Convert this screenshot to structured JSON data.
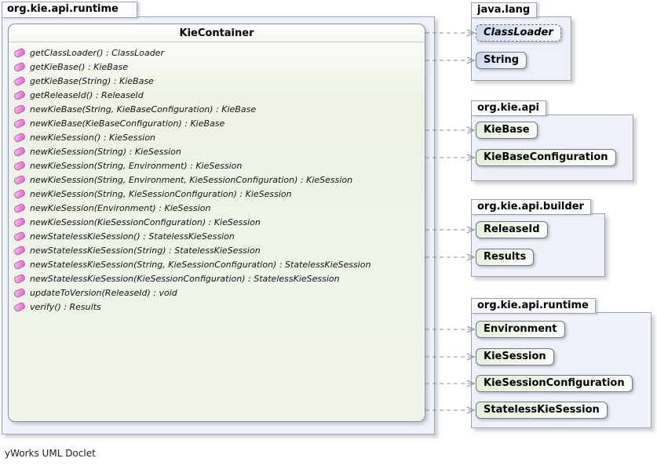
{
  "diagram": {
    "tool": "yWorks UML Doclet"
  },
  "main_package": {
    "name": "org.kie.api.runtime",
    "class": {
      "name": "KieContainer",
      "methods": [
        "getClassLoader() : ClassLoader",
        "getKieBase() : KieBase",
        "getKieBase(String) : KieBase",
        "getReleaseId() : ReleaseId",
        "newKieBase(String, KieBaseConfiguration) : KieBase",
        "newKieBase(KieBaseConfiguration) : KieBase",
        "newKieSession() : KieSession",
        "newKieSession(String) : KieSession",
        "newKieSession(String, Environment) : KieSession",
        "newKieSession(String, Environment, KieSessionConfiguration) : KieSession",
        "newKieSession(String, KieSessionConfiguration) : KieSession",
        "newKieSession(Environment) : KieSession",
        "newKieSession(KieSessionConfiguration) : KieSession",
        "newStatelessKieSession() : StatelessKieSession",
        "newStatelessKieSession(String) : StatelessKieSession",
        "newStatelessKieSession(String, KieSessionConfiguration) : StatelessKieSession",
        "newStatelessKieSession(KieSessionConfiguration) : StatelessKieSession",
        "updateToVersion(ReleaseId) : void",
        "verify() : Results"
      ]
    }
  },
  "referenced_packages": [
    {
      "name": "java.lang",
      "classes": [
        {
          "label": "ClassLoader",
          "abstract": true
        },
        {
          "label": "String",
          "abstract": false
        }
      ]
    },
    {
      "name": "org.kie.api",
      "classes": [
        {
          "label": "KieBase",
          "abstract": false
        },
        {
          "label": "KieBaseConfiguration",
          "abstract": false
        }
      ]
    },
    {
      "name": "org.kie.api.builder",
      "classes": [
        {
          "label": "ReleaseId",
          "abstract": false
        },
        {
          "label": "Results",
          "abstract": false
        }
      ]
    },
    {
      "name": "org.kie.api.runtime",
      "classes": [
        {
          "label": "Environment",
          "abstract": false
        },
        {
          "label": "KieSession",
          "abstract": false
        },
        {
          "label": "KieSessionConfiguration",
          "abstract": false
        },
        {
          "label": "StatelessKieSession",
          "abstract": false
        }
      ]
    }
  ],
  "icons": {
    "public_method": "public-method-icon"
  },
  "colors": {
    "method_icon_pink": "#ee82ee",
    "pill_blue": "#c8d4ee",
    "pill_green": "#e2eed4",
    "package_fill": "#eef1fa",
    "class_box_fill": "#eff3e8",
    "arrow_gray": "#909090"
  }
}
